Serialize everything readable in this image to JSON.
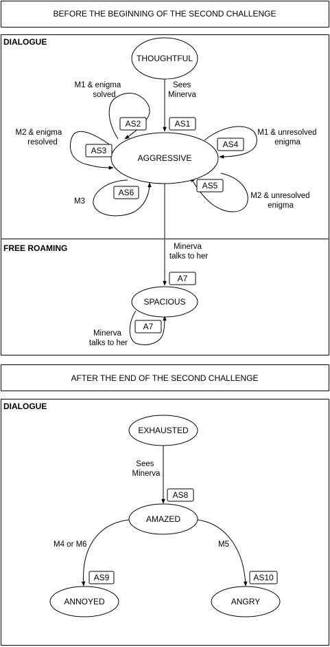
{
  "headers": {
    "before": "BEFORE THE BEGINNING OF THE SECOND CHALLENGE",
    "after": "AFTER THE END OF THE SECOND CHALLENGE"
  },
  "sections": {
    "dialogue_1": "DIALOGUE",
    "free_roaming": "FREE ROAMING",
    "dialogue_2": "DIALOGUE"
  },
  "states": {
    "thoughtful": "THOUGHTFUL",
    "aggressive": "AGGRESSIVE",
    "spacious": "SPACIOUS",
    "exhausted": "EXHAUSTED",
    "amazed": "AMAZED",
    "annoyed": "ANNOYED",
    "angry": "ANGRY"
  },
  "triggers": {
    "sees_minerva_1": [
      "Sees",
      "Minerva"
    ],
    "m1_solved": [
      "M1 & enigma",
      "solved"
    ],
    "m2_resolved": [
      "M2 & enigma",
      "resolved"
    ],
    "m1_unresolved": [
      "M1 & unresolved",
      "enigma"
    ],
    "m2_unresolved": [
      "M2 & unresolved",
      "enigma"
    ],
    "m3": [
      "M3"
    ],
    "minerva_talks_1": [
      "Minerva",
      "talks to her"
    ],
    "minerva_talks_2": [
      "Minerva",
      "talks to her"
    ],
    "sees_minerva_2": [
      "Sees",
      "Minerva"
    ],
    "m4_or_m6": [
      "M4 or M6"
    ],
    "m5": [
      "M5"
    ]
  },
  "actions": {
    "as1": "AS1",
    "as2": "AS2",
    "as3": "AS3",
    "as4": "AS4",
    "as5": "AS5",
    "as6": "AS6",
    "a7_top": "A7",
    "a7_loop": "A7",
    "as8": "AS8",
    "as9": "AS9",
    "as10": "AS10"
  }
}
